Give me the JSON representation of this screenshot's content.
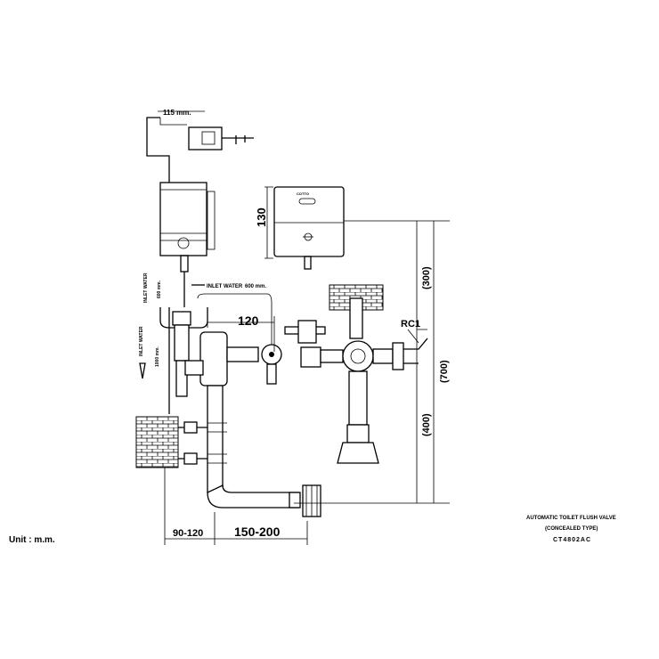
{
  "title": {
    "line1": "AUTOMATIC TOILET FLUSH VALVE",
    "line2": "(CONCEALED TYPE)",
    "model": "CT4802AC"
  },
  "unit_label": "Unit : m.m.",
  "dimensions": {
    "sensor_cable": "115 mm.",
    "front_height": "130",
    "offset_120": "120",
    "rc1": "RC1",
    "h300": "(300)",
    "h700": "(700)",
    "h400": "(400)",
    "bottom_left": "90-120",
    "bottom_right": "150-200"
  },
  "annotations": {
    "inlet_water_top": "INLET WATER",
    "inlet_water_top_len": "600 mm.",
    "inlet_water_side": "INLET WATER",
    "inlet_water_side_len1": "600 mm.",
    "inlet_water_side2": "INLET WATER",
    "inlet_water_side_len2": "1000 mm.",
    "brand": "COTTO"
  }
}
